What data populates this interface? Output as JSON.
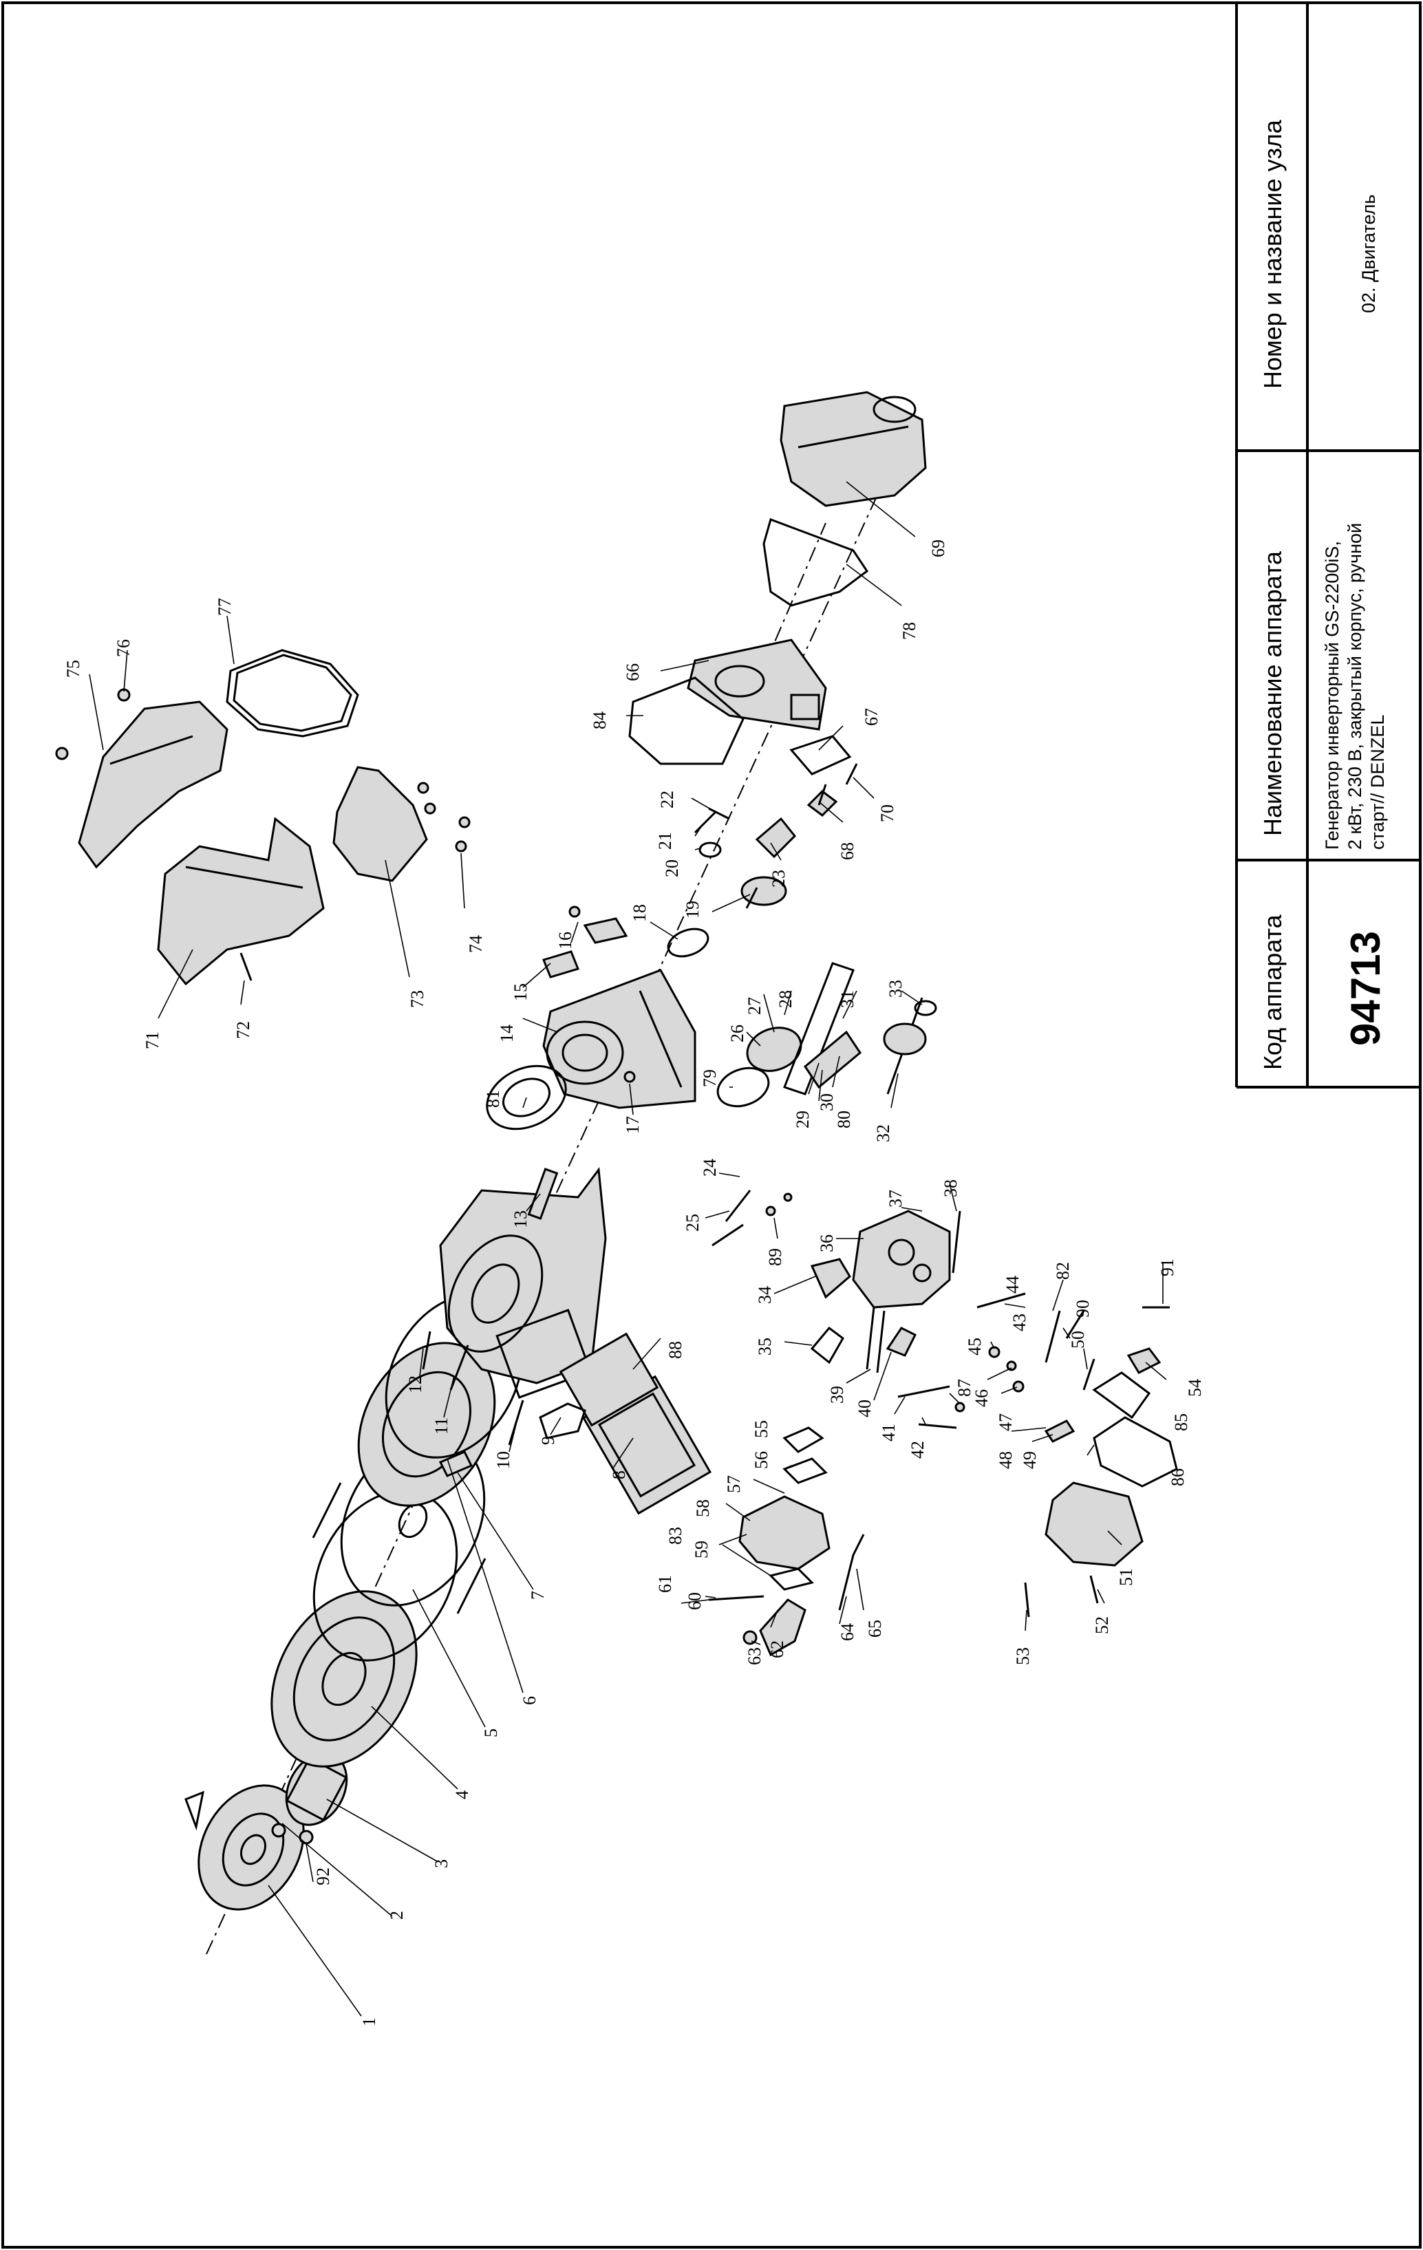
{
  "title_block": {
    "device_code_header": "Код аппарата",
    "device_code": "94713",
    "device_name_header": "Наименование аппарата",
    "device_name_lines": [
      "Генератор инверторный GS-2200iS,",
      "2 кВт, 230 В, закрытый корпус, ручной",
      "старт// DENZEL"
    ],
    "unit_header": "Номер и название узла",
    "unit_name": "02. Двигатель"
  },
  "part_numbers": [
    "1",
    "2",
    "3",
    "4",
    "5",
    "6",
    "7",
    "8",
    "9",
    "10",
    "11",
    "12",
    "13",
    "14",
    "15",
    "16",
    "17",
    "18",
    "19",
    "20",
    "21",
    "22",
    "23",
    "24",
    "25",
    "26",
    "27",
    "28",
    "29",
    "30",
    "31",
    "32",
    "33",
    "34",
    "35",
    "36",
    "37",
    "38",
    "39",
    "40",
    "41",
    "42",
    "43",
    "44",
    "45",
    "46",
    "47",
    "48",
    "49",
    "50",
    "51",
    "52",
    "53",
    "54",
    "55",
    "56",
    "57",
    "58",
    "59",
    "60",
    "61",
    "62",
    "63",
    "64",
    "65",
    "66",
    "67",
    "68",
    "69",
    "70",
    "71",
    "72",
    "73",
    "74",
    "75",
    "76",
    "77",
    "78",
    "79",
    "80",
    "81",
    "82",
    "83",
    "84",
    "85",
    "86",
    "87",
    "88",
    "89",
    "90",
    "91",
    "92"
  ]
}
